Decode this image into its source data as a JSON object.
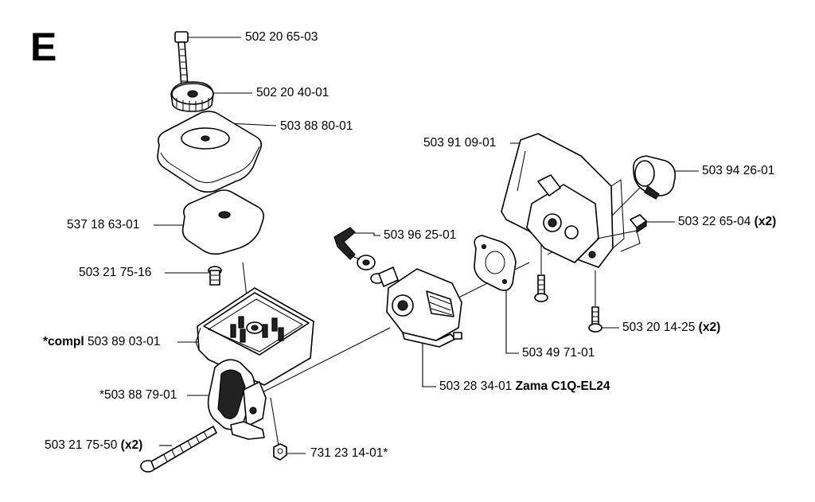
{
  "section_letter": "E",
  "labels": {
    "bolt_top": {
      "part": "502 20 65-03",
      "suffix": ""
    },
    "knob": {
      "part": "502 20 40-01",
      "suffix": ""
    },
    "filter_cover": {
      "part": "503 88 80-01",
      "suffix": ""
    },
    "filter": {
      "part": "537 18 63-01",
      "suffix": ""
    },
    "screw_small": {
      "part": "503 21 75-16",
      "suffix": ""
    },
    "filter_housing": {
      "prefix": "*compl",
      "part": "503 89 03-01",
      "suffix": ""
    },
    "primer_cover": {
      "part": "*503 88 79-01",
      "suffix": ""
    },
    "long_screw": {
      "part": "503 21 75-50",
      "suffix": "(x2)"
    },
    "nut": {
      "part": "731 23 14-01*",
      "suffix": ""
    },
    "throttle_lever": {
      "part": "503 96 25-01",
      "suffix": ""
    },
    "carburetor": {
      "part": "503 28 34-01",
      "suffix": "Zama C1Q-EL24"
    },
    "gasket": {
      "part": "503 49 71-01",
      "suffix": ""
    },
    "intake_adapter": {
      "part": "503 91 09-01",
      "suffix": ""
    },
    "boot": {
      "part": "503 94 26-01",
      "suffix": ""
    },
    "clip": {
      "part": "503 22 65-04",
      "suffix": "(x2)"
    },
    "screw_right": {
      "part": "503 20 14-25",
      "suffix": "(x2)"
    }
  }
}
